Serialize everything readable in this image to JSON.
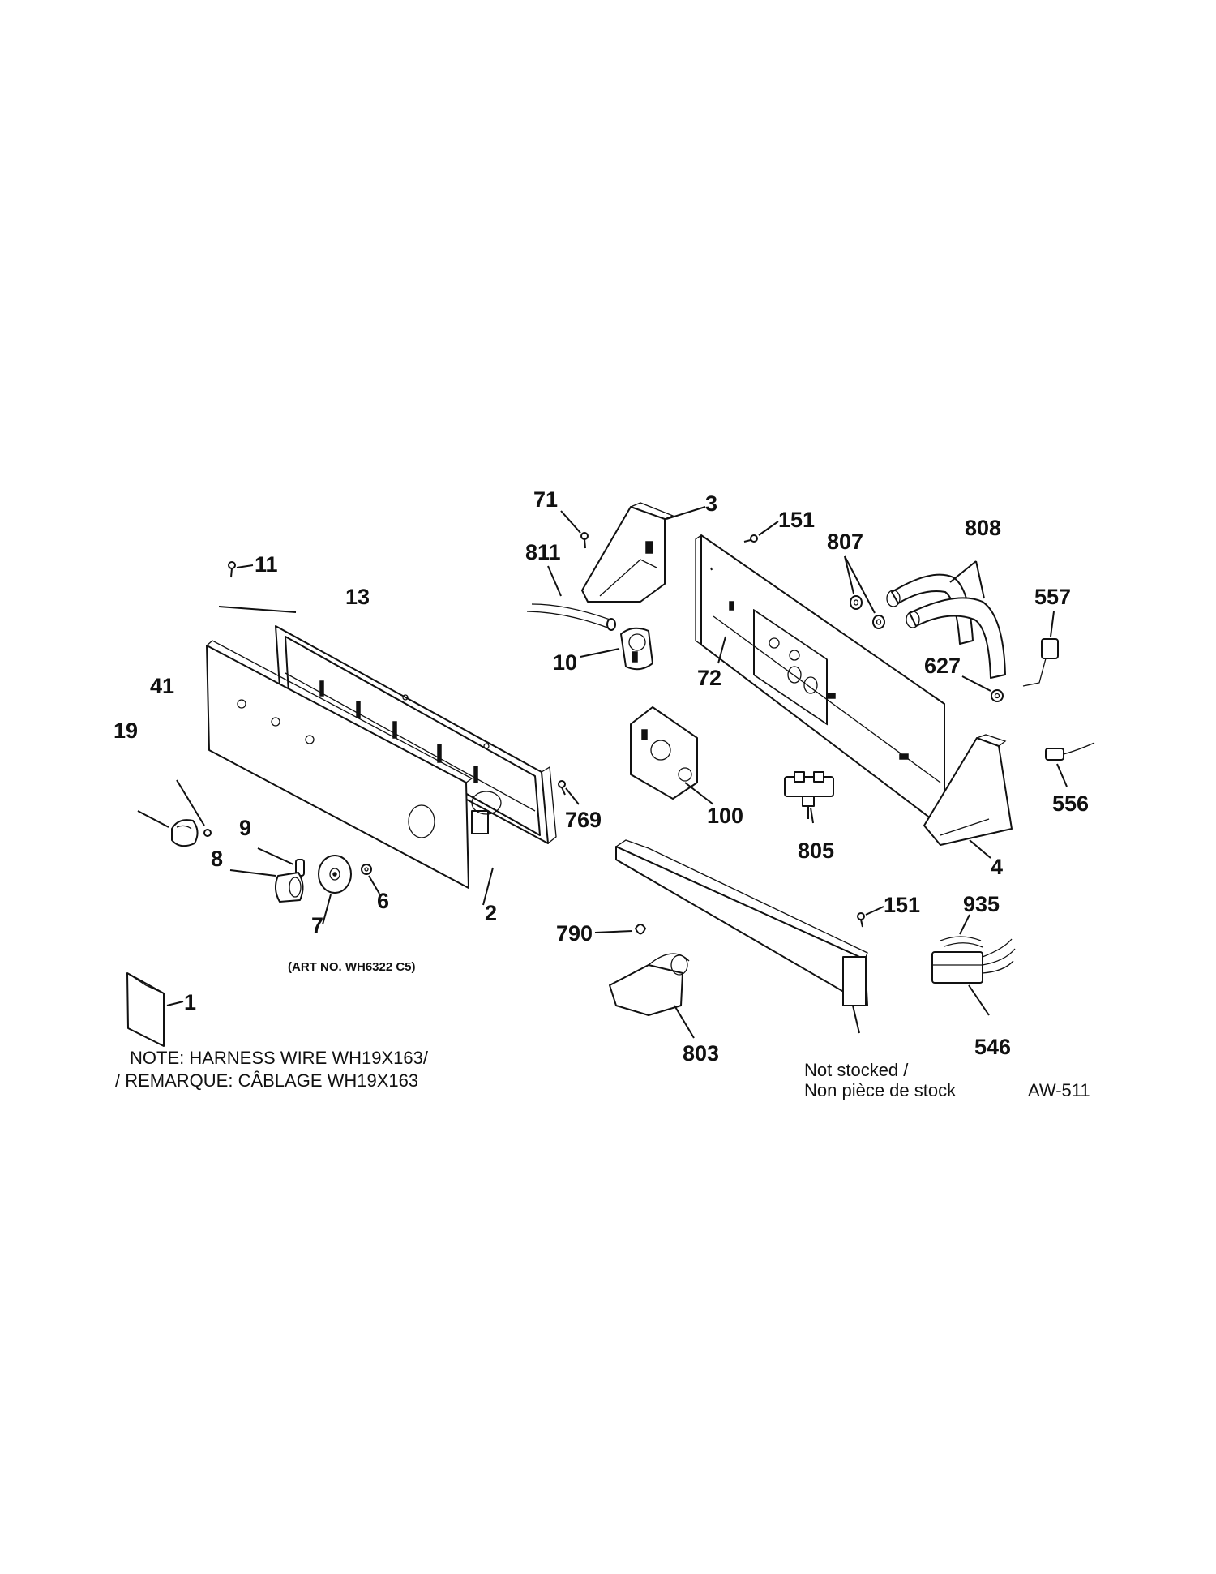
{
  "callouts": {
    "c1": "1",
    "c2": "2",
    "c3": "3",
    "c4": "4",
    "c6": "6",
    "c7": "7",
    "c8": "8",
    "c9": "9",
    "c10": "10",
    "c11": "11",
    "c13": "13",
    "c19": "19",
    "c41": "41",
    "c71": "71",
    "c72": "72",
    "c100": "100",
    "c151a": "151",
    "c151b": "151",
    "c546": "546",
    "c556": "556",
    "c557": "557",
    "c627": "627",
    "c769": "769",
    "c790": "790",
    "c803": "803",
    "c805": "805",
    "c807": "807",
    "c808": "808",
    "c811": "811",
    "c935": "935"
  },
  "notes": {
    "art_no": "(ART NO. WH6322 C5)",
    "harness_line1": "NOTE: HARNESS WIRE WH19X163/",
    "harness_line2": "/ REMARQUE: CÂBLAGE WH19X163",
    "not_stocked_line1": "Not stocked /",
    "not_stocked_line2": "Non pièce de stock",
    "figure_id": "AW-511"
  },
  "colors": {
    "ink": "#111111",
    "paper": "#ffffff"
  }
}
